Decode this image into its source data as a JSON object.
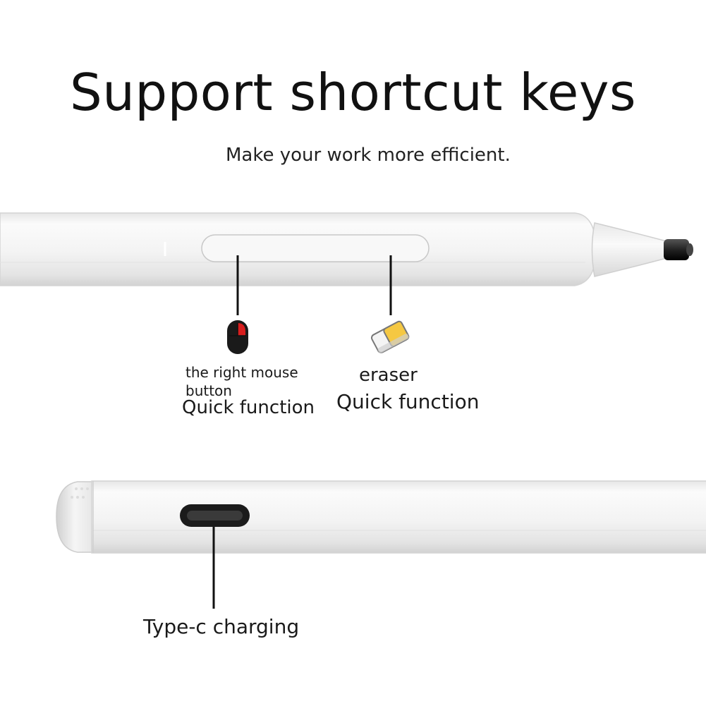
{
  "header": {
    "title": "Support shortcut keys",
    "subtitle": "Make your work more efficient."
  },
  "callouts": {
    "right_mouse": {
      "label": "the right mouse button",
      "function": "Quick function",
      "icon": "mouse-icon"
    },
    "eraser": {
      "label": "eraser",
      "function": "Quick function",
      "icon": "eraser-icon"
    },
    "charging": {
      "label": "Type-c charging",
      "icon": "usb-c-port-icon"
    }
  },
  "colors": {
    "pen_body": "#f2f2f2",
    "pen_edge": "#d6d6d6",
    "mouse_red": "#d81e1e",
    "mouse_black": "#1a1a1a",
    "eraser_yellow": "#f5c842"
  }
}
